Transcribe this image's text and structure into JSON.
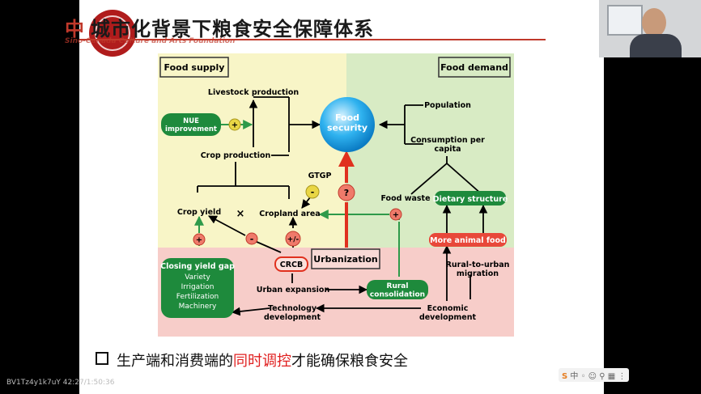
{
  "slide": {
    "title_prefix": "中",
    "title": "城市化背景下粮食安全保障体系",
    "subtitle_fragment": "Sino-Canada Culture and Arts Foundation",
    "bottom_text_before": "生产端和消费端的",
    "bottom_text_highlight": "同时调控",
    "bottom_text_after": "才能确保粮食安全"
  },
  "diagram": {
    "food_supply": "Food supply",
    "food_demand": "Food demand",
    "livestock_production": "Livestock production",
    "nue_improvement": "NUE improvement",
    "crop_production": "Crop production",
    "food_security": "Food security",
    "population": "Population",
    "consumption_per_capita": "Consumption per capita",
    "gtgp": "GTGP",
    "food_waste": "Food waste",
    "dietary_structure": "Dietary structure",
    "crop_yield": "Crop yield",
    "cross": "×",
    "cropland_area": "Cropland area",
    "more_animal_food": "More animal food",
    "urbanization": "Urbanization",
    "crcb": "CRCB",
    "rural_to_urban_migration": "Rural-to-urban migration",
    "closing_yield_gap": "Closing yield gap",
    "variety": "Variety",
    "irrigation": "Irrigation",
    "fertilization": "Fertilization",
    "machinery": "Machinery",
    "urban_expansion": "Urban expansion",
    "rural_consolidation": "Rural consolidation",
    "technology_development": "Technology development",
    "economic_development": "Economic development",
    "sign_plus": "+",
    "sign_minus": "-",
    "sign_plusminus": "+/-",
    "sign_question": "?"
  },
  "overlay": {
    "watermark": "BV1Tz4y1k7uY 42:27/1:50:36",
    "tray": "中 ◦ ☺ ⚲ ▦ ⋮"
  },
  "colors": {
    "supply_bg": "#f8f5c7",
    "demand_bg": "#d8ebc4",
    "bottom_bg": "#f7cdc9",
    "green_node": "#1e8a3c",
    "red_node": "#e8483a",
    "title_red": "#c0392b"
  }
}
